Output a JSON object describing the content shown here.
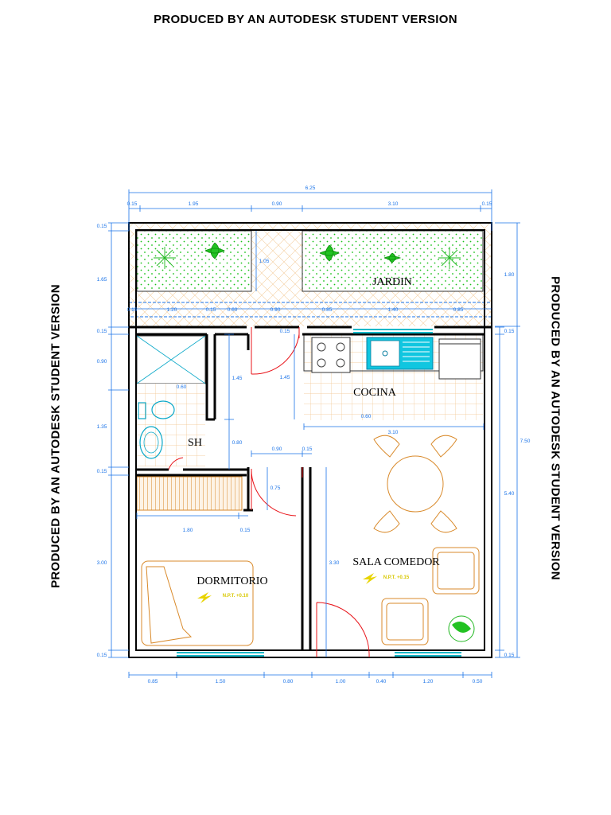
{
  "watermark": {
    "top": "PRODUCED BY AN AUTODESK STUDENT VERSION",
    "left": "PRODUCED BY AN AUTODESK STUDENT VERSION",
    "right": "PRODUCED BY AN AUTODESK STUDENT VERSION"
  },
  "rooms": {
    "jardin": "JARDIN",
    "cocina": "COCINA",
    "sh": "SH",
    "dormitorio": "DORMITORIO",
    "sala_comedor": "SALA COMEDOR"
  },
  "levels": {
    "dormitorio": "N.P.T. +0.10",
    "sala": "N.P.T. +0.15"
  },
  "dimensions": {
    "overall_width": "6.25",
    "top": [
      "0.15",
      "1.95",
      "0.90",
      "3.10",
      "0.15"
    ],
    "garden_row": [
      "0.15",
      "1.20",
      "0.15",
      "0.60",
      "0.90",
      "0.85",
      "1.40",
      "0.85"
    ],
    "bottom": [
      "0.85",
      "1.50",
      "0.80",
      "1.00",
      "0.40",
      "1.20",
      "0.50"
    ],
    "left": [
      "0.15",
      "1.65",
      "0.15",
      "0.90",
      "1.35",
      "0.15",
      "3.00",
      "0.15"
    ],
    "right_outer": [
      "1.80",
      "7.50",
      "5.40"
    ],
    "right_inner": [
      "0.15",
      "0.15",
      "0.15"
    ],
    "interior": {
      "hall_v1": "1.45",
      "hall_v2": "1.45",
      "hall_v3": "0.80",
      "door_h": "0.90",
      "door_h2": "0.15",
      "door_v": "0.75",
      "sala_v": "3.30",
      "cocina_w": "3.10",
      "stair_w": "1.80",
      "stair_w2": "0.15",
      "kitchen_top": "0.15",
      "jardin_inner": "1.05",
      "sh_small": "0.60",
      "cocina_small": "0.60"
    }
  }
}
